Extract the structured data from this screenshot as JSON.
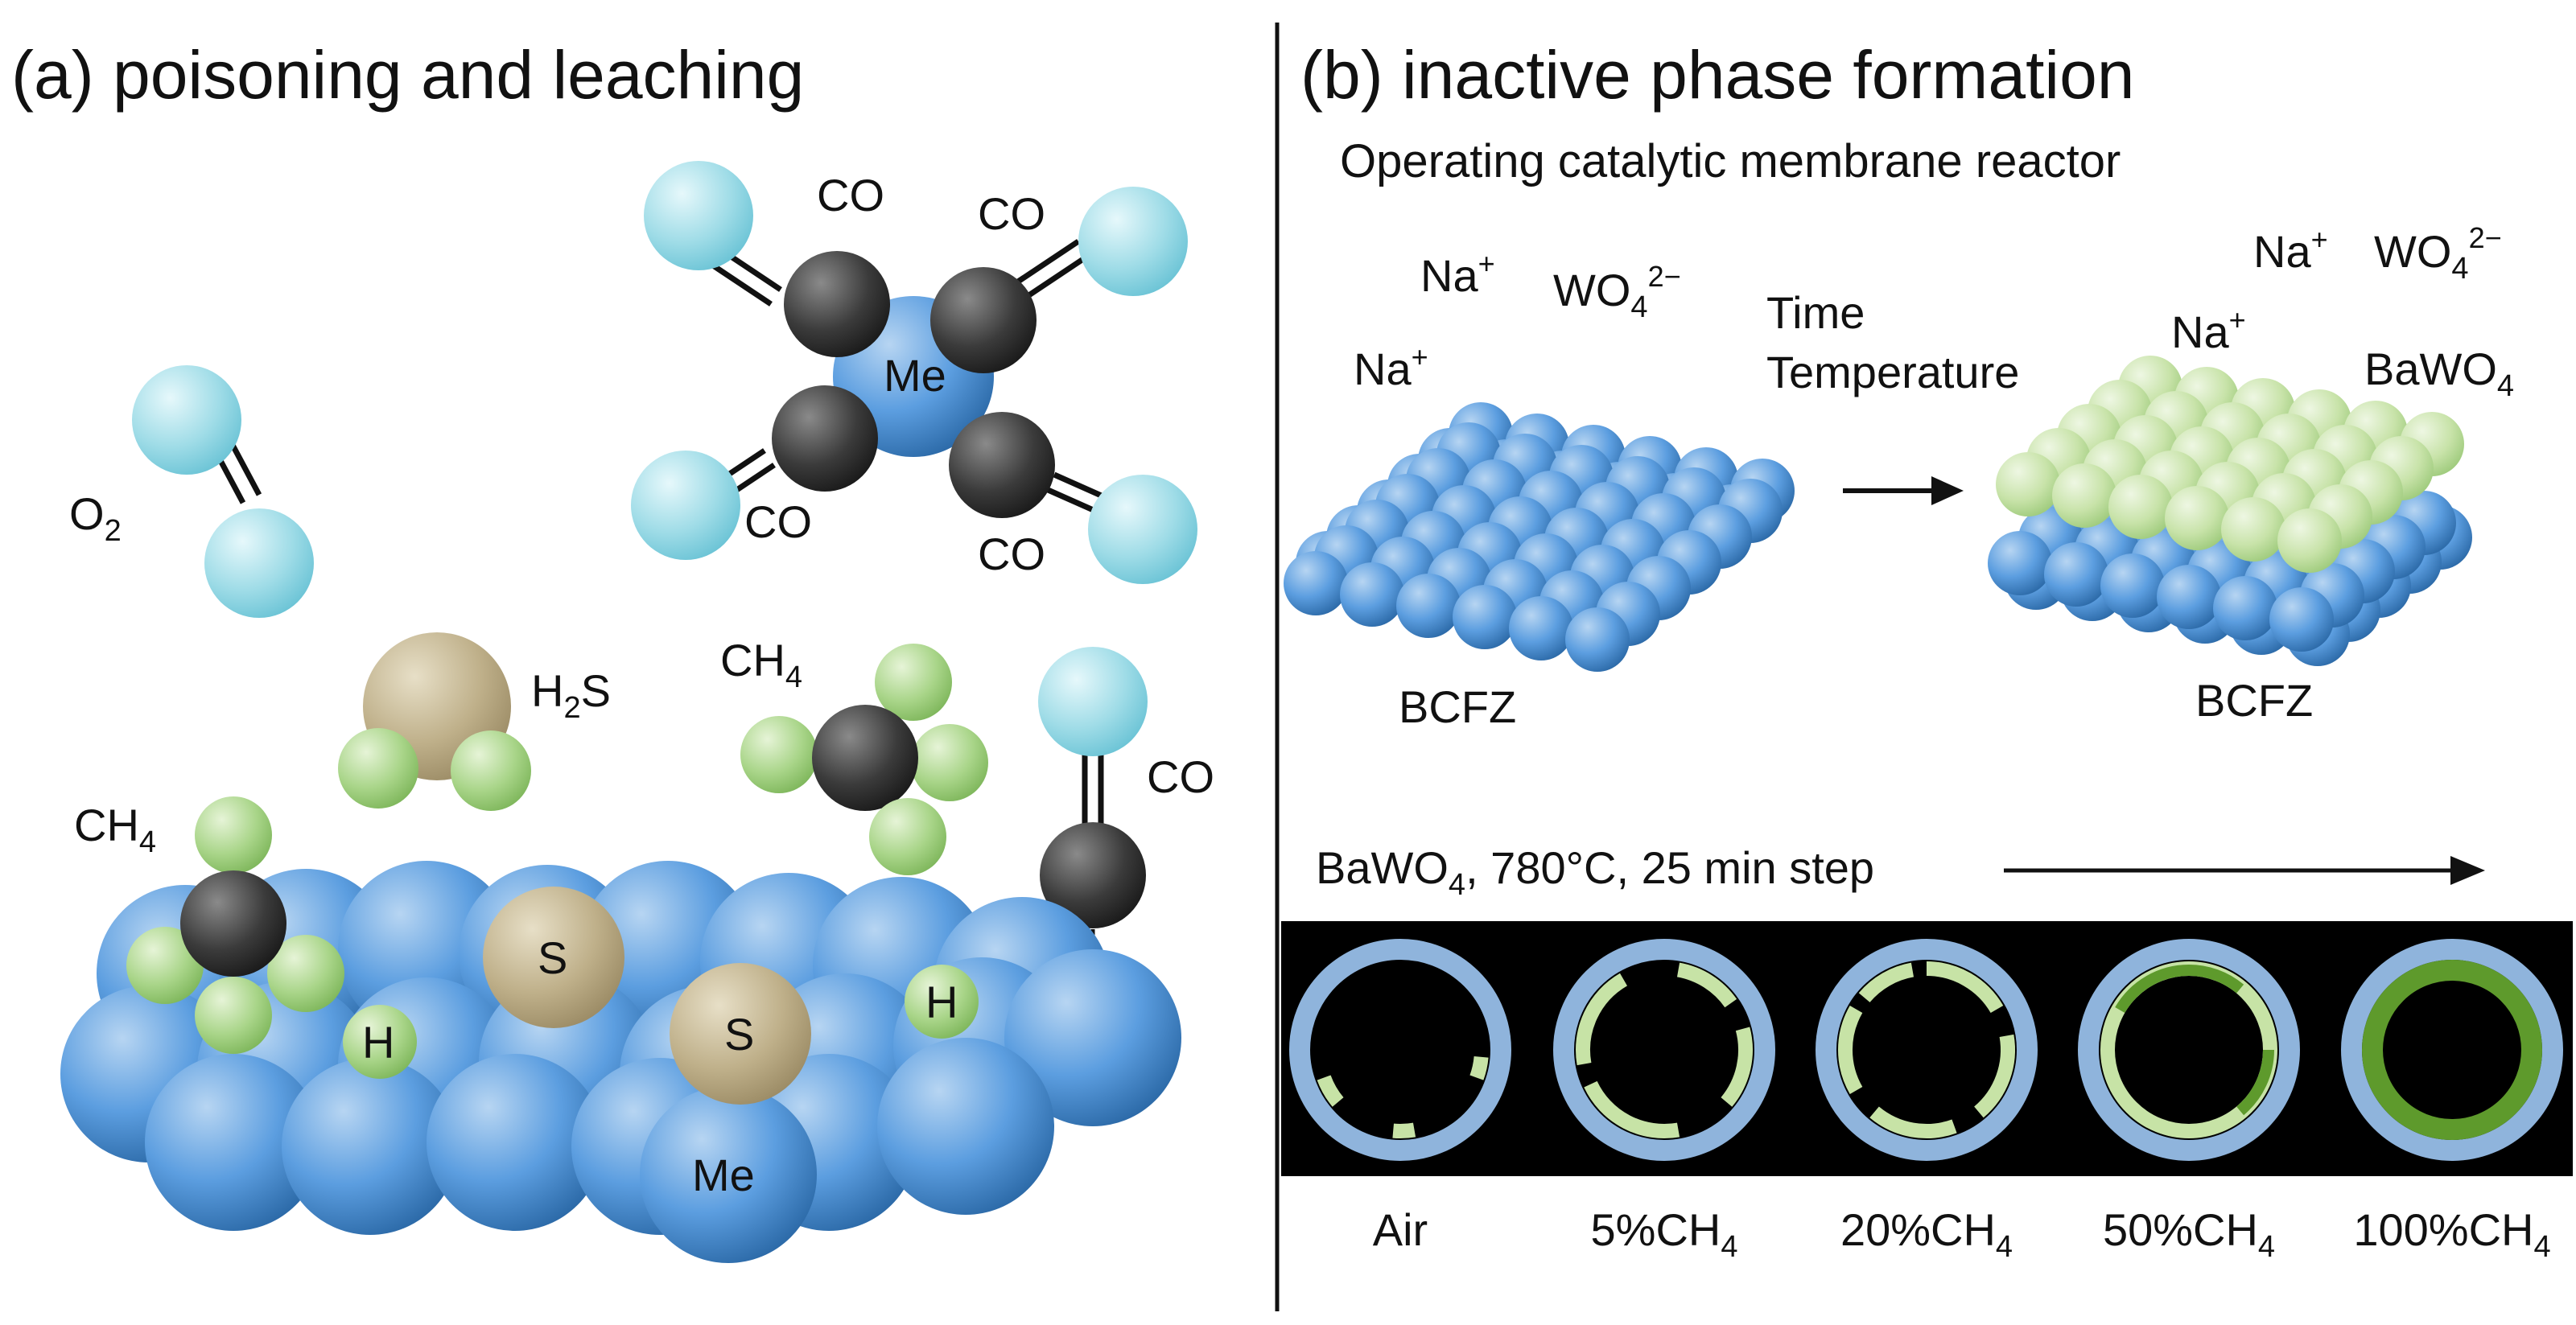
{
  "panel_a": {
    "title": "(a) poisoning and leaching",
    "labels": {
      "co_1": "CO",
      "co_2": "CO",
      "co_3": "CO",
      "co_4": "CO",
      "co_5": "CO",
      "me_top": "Me",
      "me_bottom": "Me",
      "o2_base": "O",
      "o2_sub": "2",
      "h2s_base": "H",
      "h2s_sub": "2",
      "h2s_tail": "S",
      "ch4_mid_base": "CH",
      "ch4_mid_sub": "4",
      "ch4_left_base": "CH",
      "ch4_left_sub": "4",
      "s_1": "S",
      "s_2": "S",
      "h_1": "H",
      "h_2": "H"
    }
  },
  "panel_b": {
    "title": "(b) inactive phase formation",
    "subtitle": "Operating catalytic membrane reactor",
    "ions_left": {
      "na_1_base": "Na",
      "na_1_sup": "+",
      "na_2_base": "Na",
      "na_2_sup": "+",
      "wo4_base": "WO",
      "wo4_sub": "4",
      "wo4_sup": "2−"
    },
    "ions_right": {
      "na_1_base": "Na",
      "na_1_sup": "+",
      "na_2_base": "Na",
      "na_2_sup": "+",
      "wo4_base": "WO",
      "wo4_sub": "4",
      "wo4_sup": "2−",
      "bawo4_base": "BaWO",
      "bawo4_sub": "4"
    },
    "arrow_label_1": "Time",
    "arrow_label_2": "Temperature",
    "bcfz_left": "BCFZ",
    "bcfz_right": "BCFZ",
    "condition": {
      "pre": "BaWO",
      "sub": "4",
      "post": ", 780°C, 25 min step"
    },
    "rings": [
      {
        "label": "Air",
        "sub": ""
      },
      {
        "label": "5%CH",
        "sub": "4"
      },
      {
        "label": "20%CH",
        "sub": "4"
      },
      {
        "label": "50%CH",
        "sub": "4"
      },
      {
        "label": "100%CH",
        "sub": "4"
      }
    ],
    "colors": {
      "membrane_blue": "#8fb4dc",
      "bawo4_light": "#c7e3a6",
      "bawo4_dark": "#5e9a2c",
      "background_strip": "#000000"
    }
  }
}
